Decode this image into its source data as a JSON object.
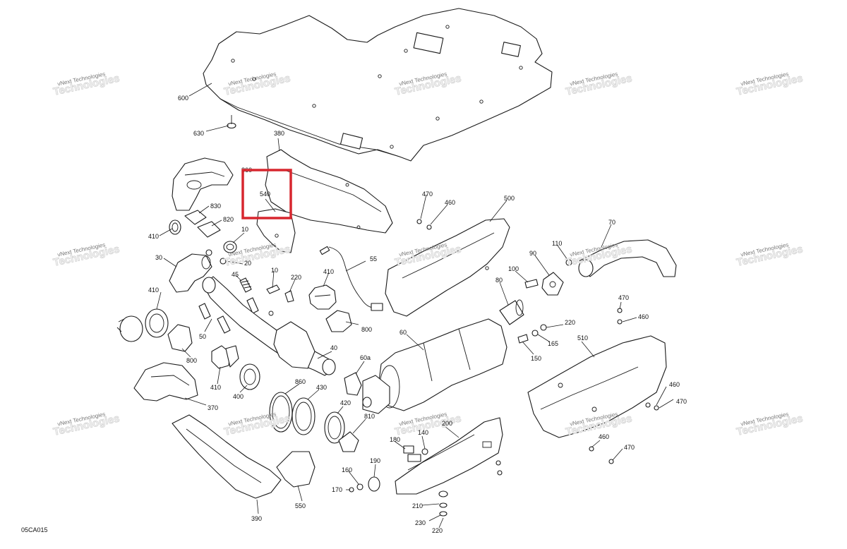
{
  "diagram": {
    "reference_code": "05CA015",
    "highlighted_callout": "540",
    "highlight_color": "#d7262e",
    "watermark": {
      "line1": "vNext Technologies",
      "line2": "Technologies"
    },
    "callouts": [
      {
        "id": "600",
        "label": "600"
      },
      {
        "id": "630",
        "label": "630"
      },
      {
        "id": "380",
        "label": "380"
      },
      {
        "id": "360",
        "label": "360"
      },
      {
        "id": "540",
        "label": "540"
      },
      {
        "id": "830",
        "label": "830"
      },
      {
        "id": "820",
        "label": "820"
      },
      {
        "id": "410a",
        "label": "410"
      },
      {
        "id": "10a",
        "label": "10"
      },
      {
        "id": "30",
        "label": "30"
      },
      {
        "id": "20",
        "label": "20"
      },
      {
        "id": "45",
        "label": "45"
      },
      {
        "id": "10b",
        "label": "10"
      },
      {
        "id": "220a",
        "label": "220"
      },
      {
        "id": "410b",
        "label": "410"
      },
      {
        "id": "55",
        "label": "55"
      },
      {
        "id": "470a",
        "label": "470"
      },
      {
        "id": "460a",
        "label": "460"
      },
      {
        "id": "500",
        "label": "500"
      },
      {
        "id": "70",
        "label": "70"
      },
      {
        "id": "110",
        "label": "110"
      },
      {
        "id": "90",
        "label": "90"
      },
      {
        "id": "100",
        "label": "100"
      },
      {
        "id": "80",
        "label": "80"
      },
      {
        "id": "410c",
        "label": "410"
      },
      {
        "id": "50",
        "label": "50"
      },
      {
        "id": "800a",
        "label": "800"
      },
      {
        "id": "800b",
        "label": "800"
      },
      {
        "id": "60",
        "label": "60"
      },
      {
        "id": "40",
        "label": "40"
      },
      {
        "id": "60a",
        "label": "60a"
      },
      {
        "id": "220b",
        "label": "220"
      },
      {
        "id": "165",
        "label": "165"
      },
      {
        "id": "150",
        "label": "150"
      },
      {
        "id": "510",
        "label": "510"
      },
      {
        "id": "470b",
        "label": "470"
      },
      {
        "id": "460b",
        "label": "460"
      },
      {
        "id": "410d",
        "label": "410"
      },
      {
        "id": "400",
        "label": "400"
      },
      {
        "id": "860",
        "label": "860"
      },
      {
        "id": "430",
        "label": "430"
      },
      {
        "id": "420",
        "label": "420"
      },
      {
        "id": "370",
        "label": "370"
      },
      {
        "id": "810",
        "label": "810"
      },
      {
        "id": "200",
        "label": "200"
      },
      {
        "id": "140",
        "label": "140"
      },
      {
        "id": "180",
        "label": "180"
      },
      {
        "id": "460c",
        "label": "460"
      },
      {
        "id": "470c",
        "label": "470"
      },
      {
        "id": "460d",
        "label": "460"
      },
      {
        "id": "470d",
        "label": "470"
      },
      {
        "id": "160",
        "label": "160"
      },
      {
        "id": "190",
        "label": "190"
      },
      {
        "id": "170",
        "label": "170"
      },
      {
        "id": "210",
        "label": "210"
      },
      {
        "id": "230",
        "label": "230"
      },
      {
        "id": "220c",
        "label": "220"
      },
      {
        "id": "550",
        "label": "550"
      },
      {
        "id": "390",
        "label": "390"
      }
    ]
  }
}
